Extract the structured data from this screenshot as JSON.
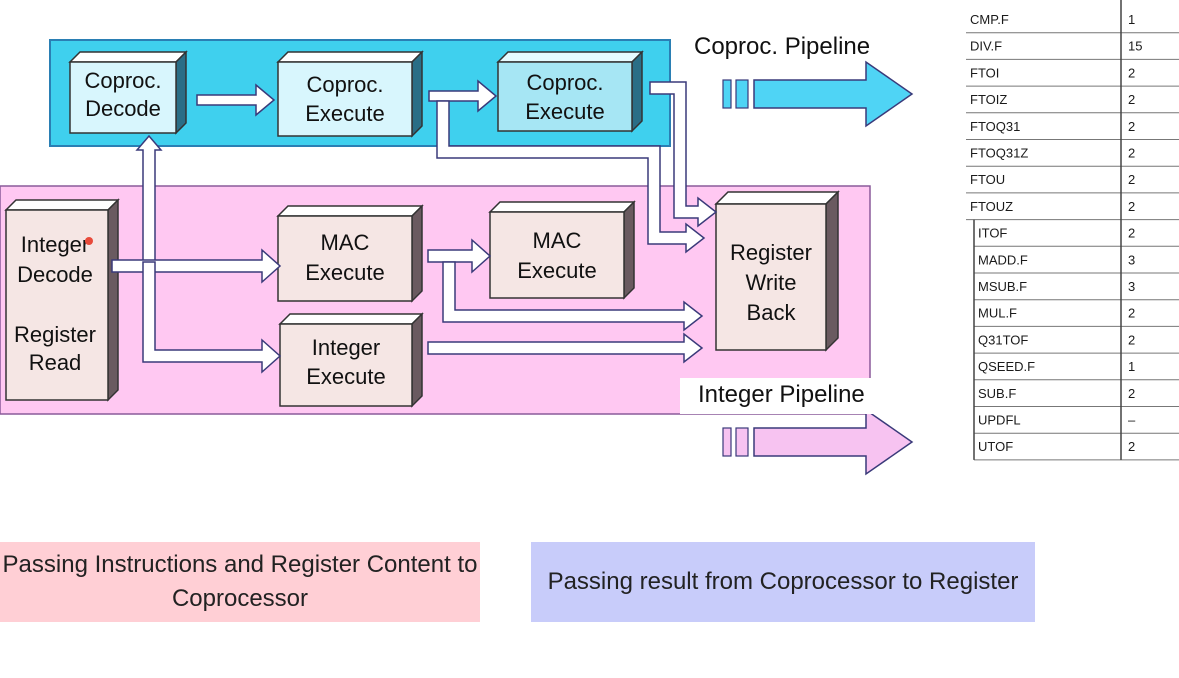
{
  "pipelines": {
    "coproc_title": "Coproc. Pipeline",
    "integer_title": "Integer Pipeline"
  },
  "boxes": {
    "coproc_decode": [
      "Coproc.",
      "Decode"
    ],
    "coproc_execute_1": [
      "Coproc.",
      "Execute"
    ],
    "coproc_execute_2": [
      "Coproc.",
      "Execute"
    ],
    "integer_decode": [
      "Integer",
      "Decode",
      "",
      "Register",
      "Read"
    ],
    "mac_execute_1": [
      "MAC",
      "Execute"
    ],
    "mac_execute_2": [
      "MAC",
      "Execute"
    ],
    "integer_execute": [
      "Integer",
      "Execute"
    ],
    "register_write_back": [
      "Register",
      "Write",
      "Back"
    ]
  },
  "legend": {
    "left": "Passing Instructions and Register Content to Coprocessor",
    "right": "Passing result from Coprocessor to Register"
  },
  "latency_table": {
    "rows": [
      {
        "instr": "CMP.F",
        "cycles": "1"
      },
      {
        "instr": "DIV.F",
        "cycles": "15"
      },
      {
        "instr": "FTOI",
        "cycles": "2"
      },
      {
        "instr": "FTOIZ",
        "cycles": "2"
      },
      {
        "instr": "FTOQ31",
        "cycles": "2"
      },
      {
        "instr": "FTOQ31Z",
        "cycles": "2"
      },
      {
        "instr": "FTOU",
        "cycles": "2"
      },
      {
        "instr": "FTOUZ",
        "cycles": "2"
      },
      {
        "instr": "ITOF",
        "cycles": "2"
      },
      {
        "instr": "MADD.F",
        "cycles": "3"
      },
      {
        "instr": "MSUB.F",
        "cycles": "3"
      },
      {
        "instr": "MUL.F",
        "cycles": "2"
      },
      {
        "instr": "Q31TOF",
        "cycles": "2"
      },
      {
        "instr": "QSEED.F",
        "cycles": "1"
      },
      {
        "instr": "SUB.F",
        "cycles": "2"
      },
      {
        "instr": "UPDFL",
        "cycles": "–"
      },
      {
        "instr": "UTOF",
        "cycles": "2"
      }
    ]
  },
  "colors": {
    "coproc_band": "#3fd0ee",
    "integer_band": "#ffc8f2",
    "arrow_fill": "#ffffff",
    "arrow_stroke": "#3a3a7a",
    "coproc_arrow": "#4fd4f5",
    "integer_arrow": "#f7c3f1"
  }
}
